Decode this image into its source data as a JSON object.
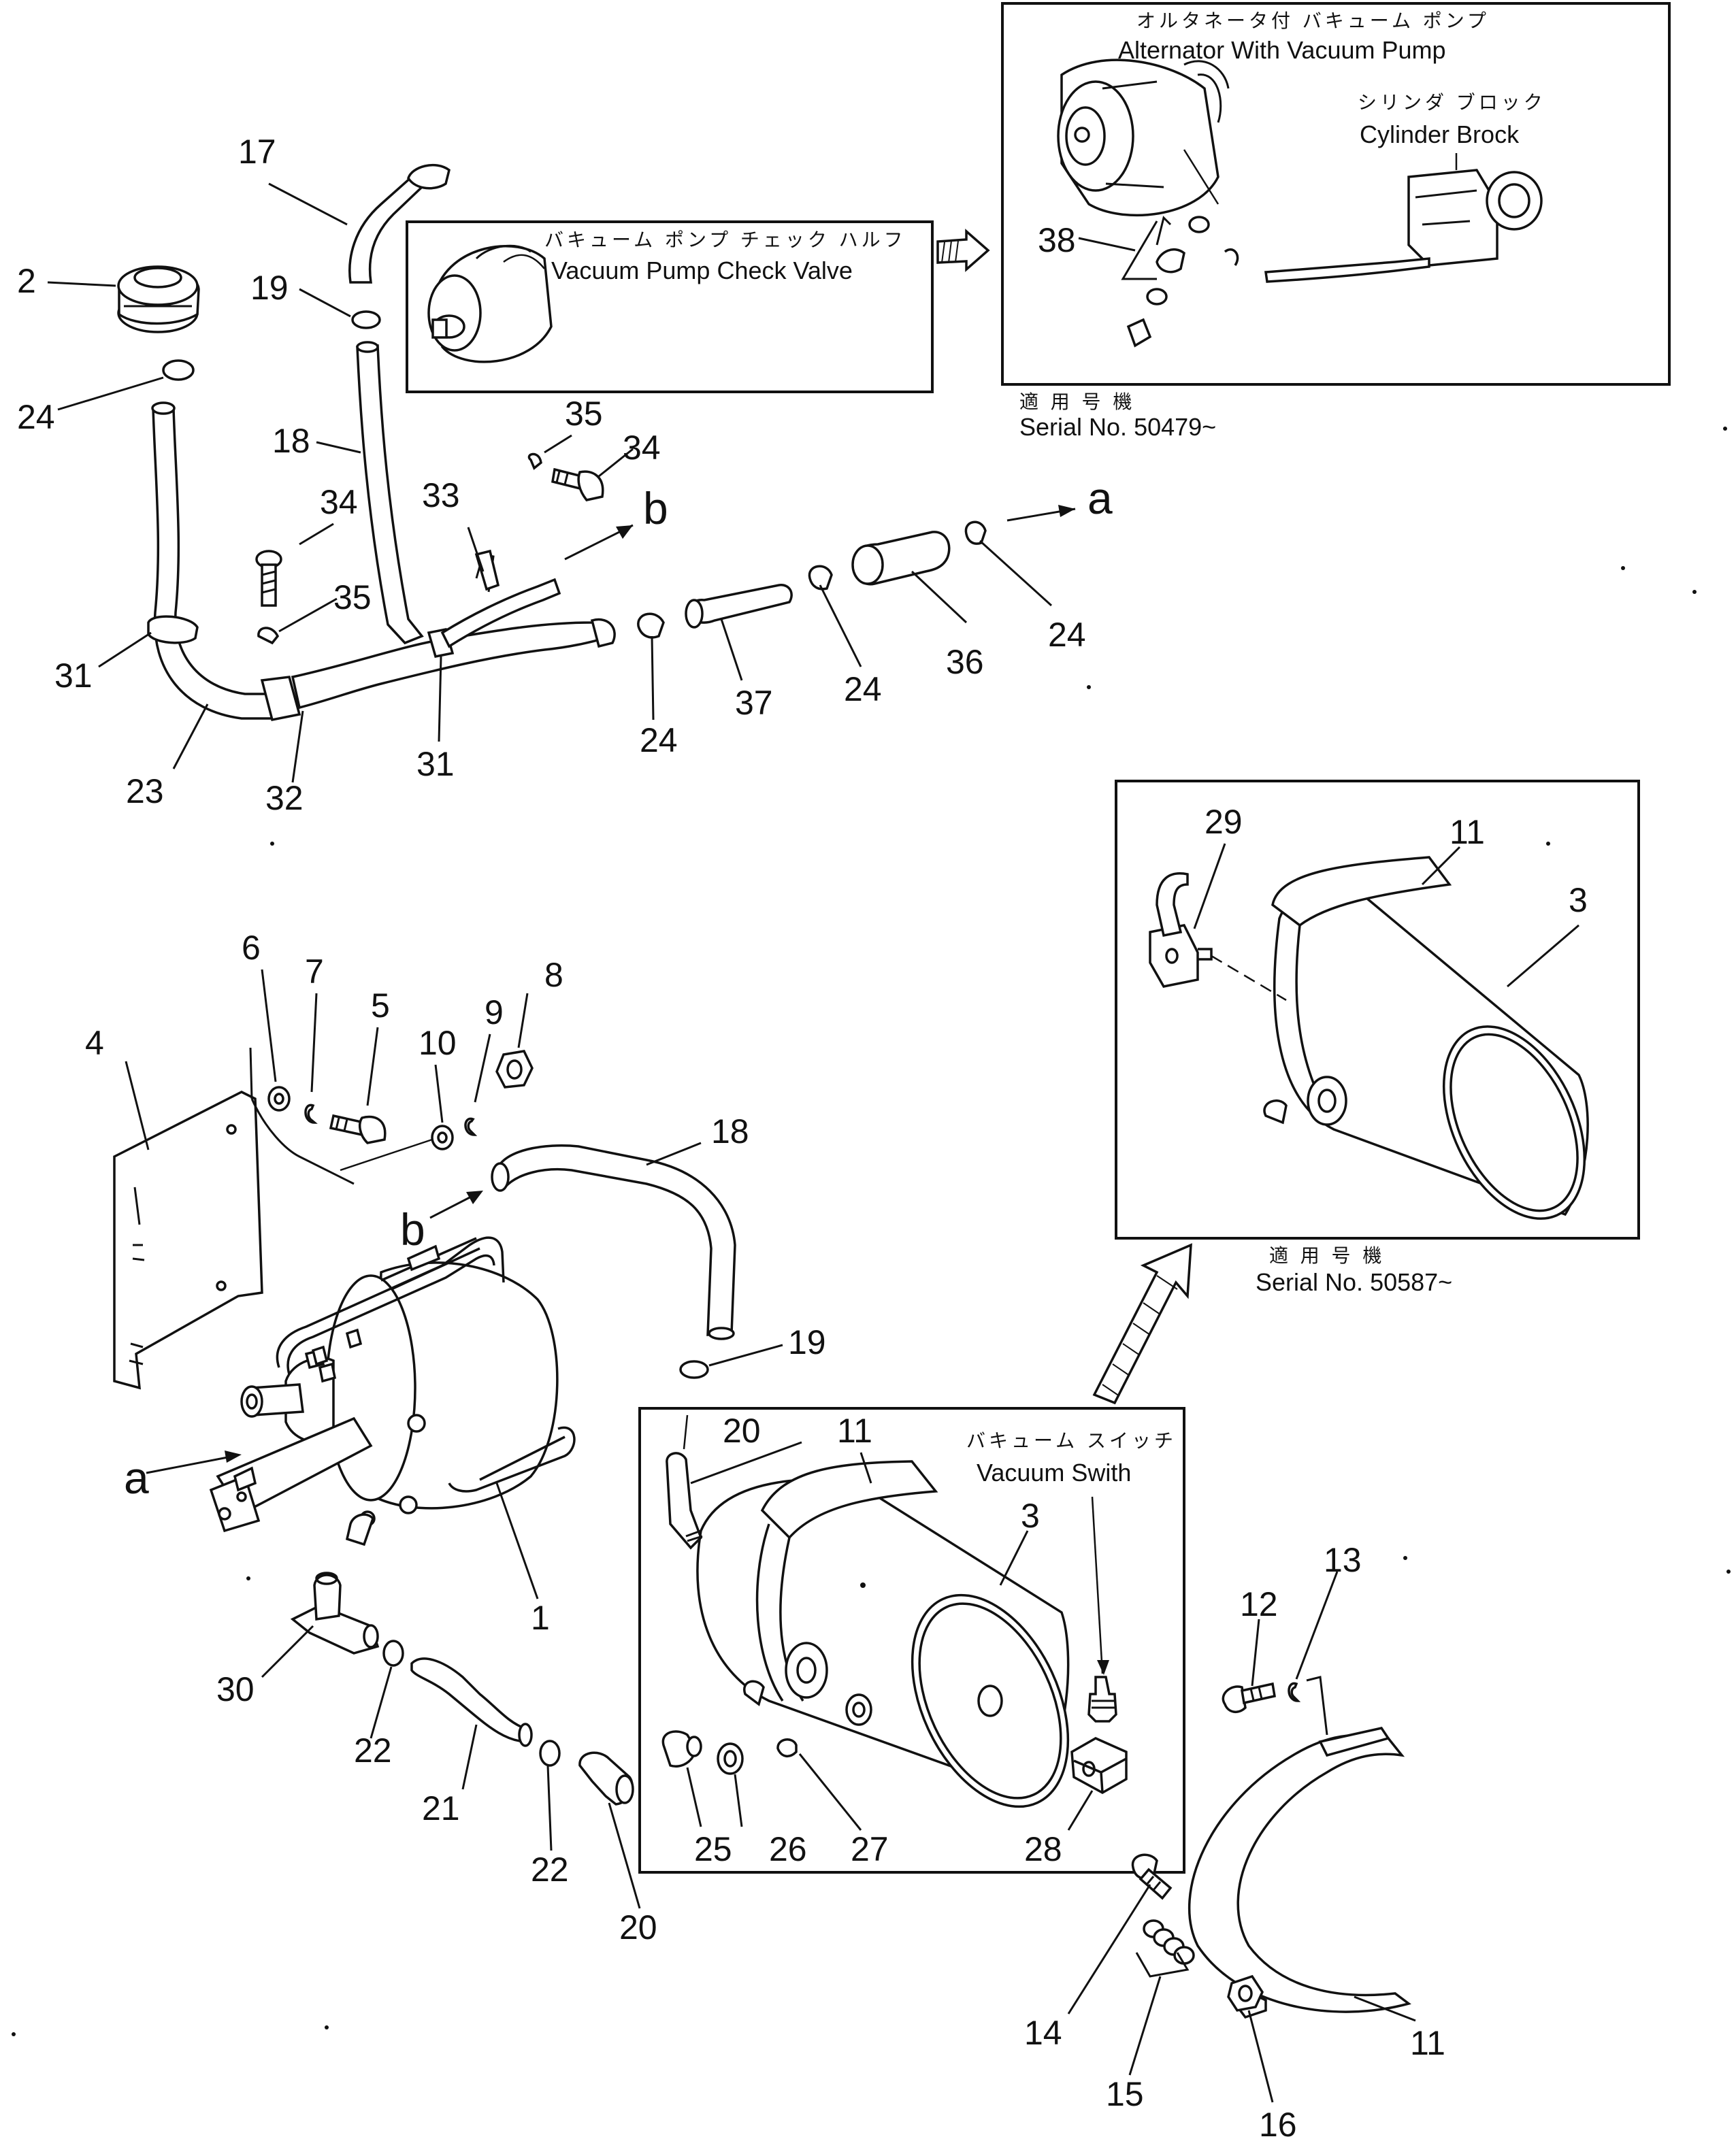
{
  "callouts": {
    "c1": "1",
    "c2": "2",
    "c3a": "3",
    "c3b": "3",
    "c4": "4",
    "c5": "5",
    "c6": "6",
    "c7": "7",
    "c8": "8",
    "c9": "9",
    "c10": "10",
    "c11a": "11",
    "c11b": "11",
    "c11c": "11",
    "c12": "12",
    "c13": "13",
    "c14": "14",
    "c15": "15",
    "c16": "16",
    "c17": "17",
    "c18a": "18",
    "c18b": "18",
    "c19a": "19",
    "c19b": "19",
    "c20a": "20",
    "c20b": "20",
    "c21": "21",
    "c22a": "22",
    "c22b": "22",
    "c23": "23",
    "c24a": "24",
    "c24b": "24",
    "c24c": "24",
    "c24d": "24",
    "c25": "25",
    "c26": "26",
    "c27": "27",
    "c28": "28",
    "c29": "29",
    "c30": "30",
    "c31a": "31",
    "c31b": "31",
    "c32": "32",
    "c33": "33",
    "c34a": "34",
    "c34b": "34",
    "c35a": "35",
    "c35b": "35",
    "c36": "36",
    "c37": "37",
    "c38": "38"
  },
  "connectors": {
    "a_top": "a",
    "b_top": "b",
    "a_bottom": "a",
    "b_bottom": "b"
  },
  "captions": {
    "check_valve_jp": "バキューム ポンプ チェック ハルフ",
    "check_valve_en": "Vacuum Pump Check Valve",
    "alternator_jp": "オルタネータ付 バキューム ポンプ",
    "alternator_en": "Alternator With Vacuum Pump",
    "cylinder_jp": "シリンダ ブロック",
    "cylinder_en": "Cylinder Brock",
    "serial1_jp": "適 用 号 機",
    "serial1_en": "Serial No. 50479~",
    "serial2_jp": "適 用 号 機",
    "serial2_en": "Serial No. 50587~",
    "vacuum_switch_jp": "バキューム スイッチ",
    "vacuum_switch_en": "Vacuum Swith"
  }
}
